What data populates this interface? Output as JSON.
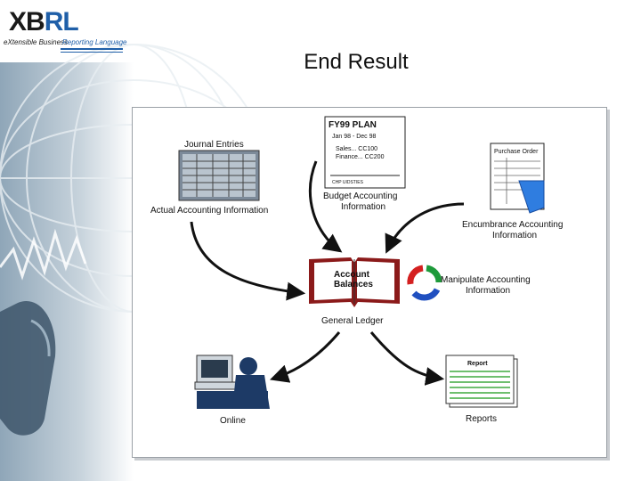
{
  "logo": {
    "letters_x": "XB",
    "letters_rl": "RL",
    "tagline_left": "eXtensible Business",
    "tagline_right": "Reporting Language"
  },
  "title": "End Result",
  "diagram": {
    "journal_entries": "Journal Entries",
    "actual_accounting": "Actual Accounting Information",
    "plan_doc": {
      "heading": "FY99 PLAN",
      "dates": "Jan 98 - Dec 98",
      "line1": "Sales... CC100",
      "line2": "Finance... CC200",
      "footer": "CHP UIDSTIES"
    },
    "budget_accounting_1": "Budget Accounting",
    "budget_accounting_2": "Information",
    "purchase_order": "Purchase Order",
    "encumbrance_1": "Encumbrance Accounting",
    "encumbrance_2": "Information",
    "account_balances_1": "Account",
    "account_balances_2": "Balances",
    "general_ledger": "General Ledger",
    "manipulate_1": "Manipulate Accounting",
    "manipulate_2": "Information",
    "online": "Online",
    "report_doc_heading": "Report",
    "reports": "Reports"
  },
  "colors": {
    "ledger_red": "#8b1a1a",
    "arrow": "#111111",
    "cycle_red": "#d42020",
    "cycle_green": "#1e9a3a",
    "cycle_blue": "#2050c0",
    "report_green": "#6fbf6f",
    "person_blue": "#1d3a66"
  }
}
